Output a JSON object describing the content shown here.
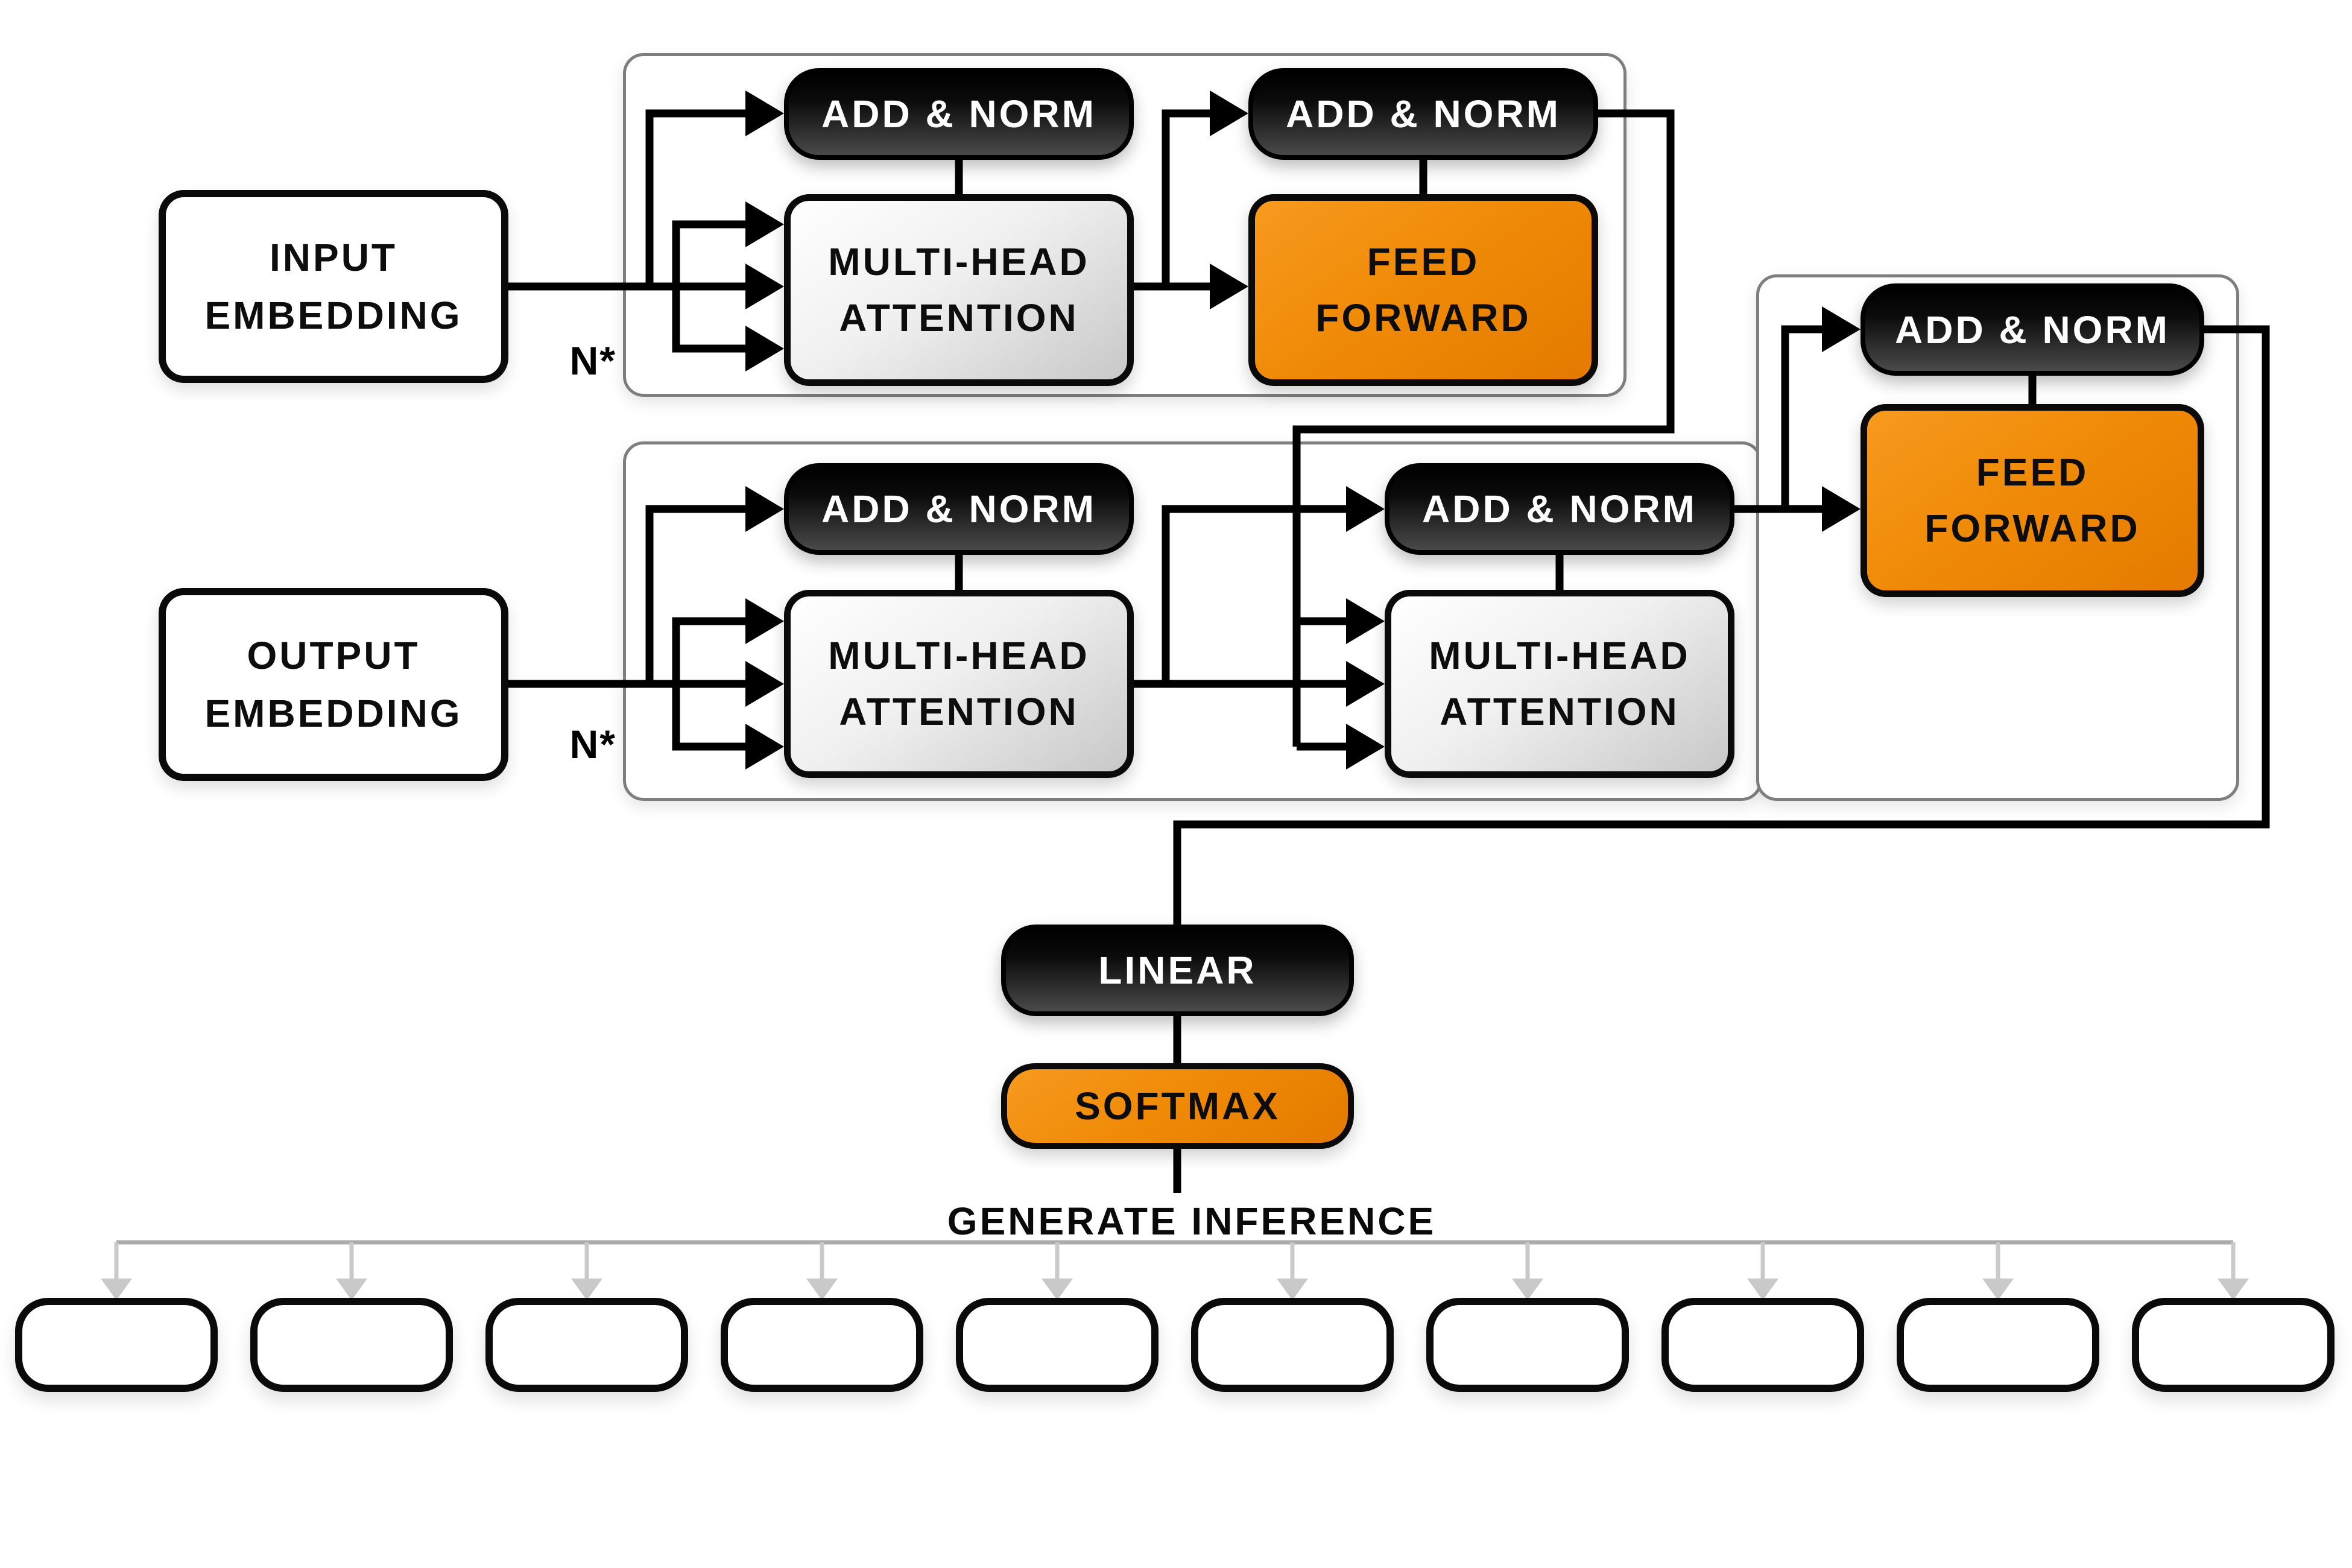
{
  "labels": {
    "input_embedding": "INPUT EMBEDDING",
    "output_embedding": "OUTPUT EMBEDDING",
    "add_norm": "ADD & NORM",
    "multi_head_attention": "MULTI-HEAD ATTENTION",
    "feed_forward": "FEED FORWARD",
    "linear": "LINEAR",
    "softmax": "SOFTMAX",
    "generate_inference": "GENERATE INFERENCE",
    "stack_repeat": "N*"
  },
  "output_row": {
    "count": 10
  },
  "colors": {
    "accent_orange": "#EE8600",
    "block_black": "#111111",
    "attention_gray_gradient": "#C8C8C8",
    "container_border": "#7E7E7E",
    "wire_black": "#000000",
    "distribution_line_gray": "#ABABAB",
    "distribution_arrow_gray": "#C9C9C9"
  }
}
